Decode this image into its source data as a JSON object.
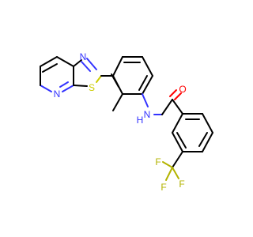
{
  "molecule": {
    "atom_labels": {
      "thiazole_n": "N",
      "pyridine_n": "N",
      "thiazole_s": "S",
      "amide_nh": "N",
      "amide_h": "H",
      "carbonyl_o": "O",
      "fluorine_1": "F",
      "fluorine_2": "F",
      "fluorine_3": "F"
    },
    "colors": {
      "carbon": "#000000",
      "nitrogen": "#3333ff",
      "oxygen": "#ff0000",
      "sulfur": "#cccc00",
      "fluorine": "#b3b300",
      "background": "#ffffff"
    }
  }
}
